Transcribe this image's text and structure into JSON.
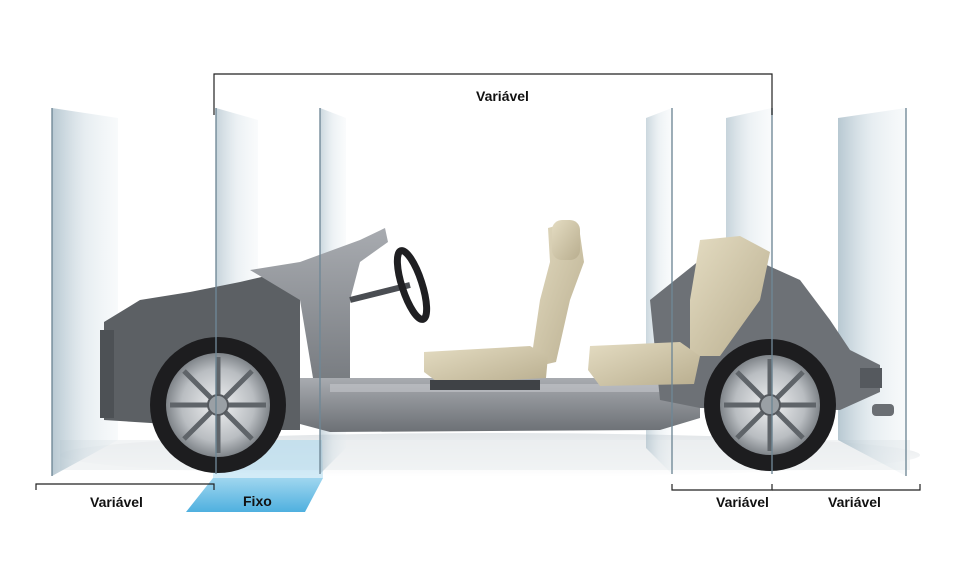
{
  "labels": {
    "top": "Variável",
    "front_overhang": "Variável",
    "fixed": "Fixo",
    "rear_1": "Variável",
    "rear_2": "Variável"
  },
  "colors": {
    "fixed_zone": "#6cc0e6",
    "glass_panel": "#a9bfcc",
    "chassis": "#8e9196",
    "seat": "#d2c9ad",
    "tire": "#1d1d1f",
    "rim": "#c5c8cc",
    "dimension_line": "#222222"
  }
}
